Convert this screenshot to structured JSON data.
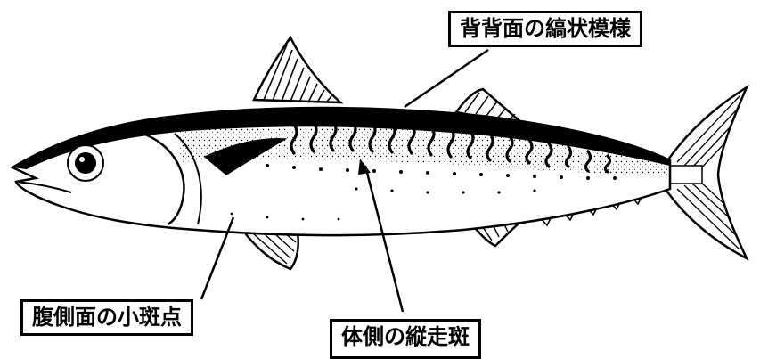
{
  "labels": {
    "dorsal_pattern": "背背面の縞状模様",
    "ventral_spots": "腹側面の小斑点",
    "lateral_stripe": "体側の縦走斑"
  }
}
